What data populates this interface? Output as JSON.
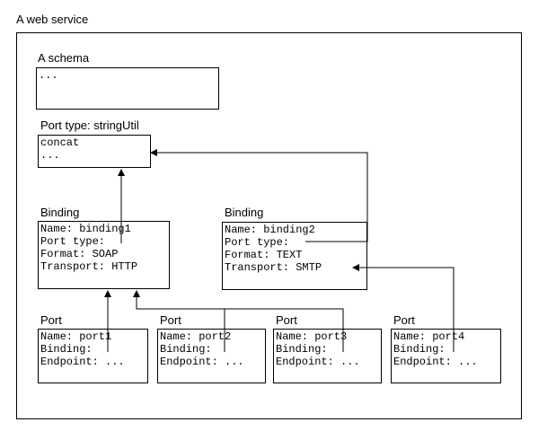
{
  "service": {
    "title": "A web service"
  },
  "schema": {
    "title": "A schema",
    "lines": [
      "..."
    ]
  },
  "port_type": {
    "title": "Port type: stringUtil",
    "lines": [
      "concat",
      "..."
    ]
  },
  "bindings": [
    {
      "title": "Binding",
      "lines": [
        "Name: binding1",
        "Port type:",
        "Format: SOAP",
        "Transport: HTTP"
      ]
    },
    {
      "title": "Binding",
      "lines": [
        "Name: binding2",
        "Port type:",
        "Format: TEXT",
        "Transport: SMTP"
      ]
    }
  ],
  "ports": [
    {
      "title": "Port",
      "lines": [
        "Name: port1",
        "Binding:",
        "Endpoint: ..."
      ]
    },
    {
      "title": "Port",
      "lines": [
        "Name: port2",
        "Binding:",
        "Endpoint: ..."
      ]
    },
    {
      "title": "Port",
      "lines": [
        "Name: port3",
        "Binding:",
        "Endpoint: ..."
      ]
    },
    {
      "title": "Port",
      "lines": [
        "Name: port4",
        "Binding:",
        "Endpoint: ..."
      ]
    }
  ]
}
